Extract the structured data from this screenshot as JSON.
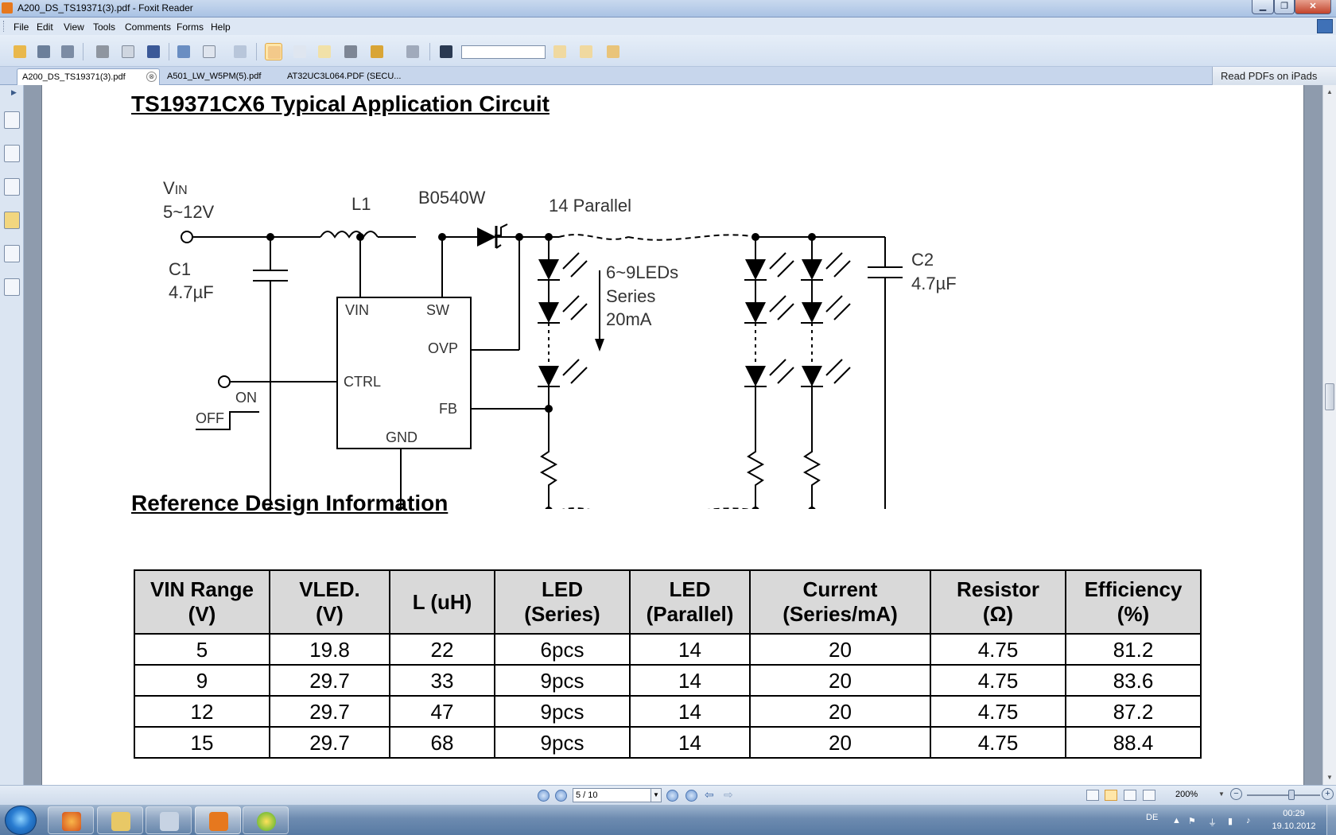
{
  "window": {
    "title": "A200_DS_TS19371(3).pdf - Foxit Reader"
  },
  "menu": [
    "File",
    "Edit",
    "View",
    "Tools",
    "Comments",
    "Forms",
    "Help"
  ],
  "tabs": [
    {
      "label": "A200_DS_TS19371(3).pdf",
      "active": true
    },
    {
      "label": "A501_LW_W5PM(5).pdf",
      "active": false
    },
    {
      "label": "AT32UC3L064.PDF (SECU...",
      "active": false
    }
  ],
  "tab_close_symbol": "⊗",
  "promo_tab": "Read PDFs on iPads",
  "document": {
    "heading_circuit": "TS19371CX6 Typical Application Circuit",
    "heading_ref": "Reference Design Information",
    "circuit": {
      "vin_v": "V",
      "vin_sub": "IN",
      "vin_range": "5~12V",
      "l1": "L1",
      "diode": "B0540W",
      "parallel": "14 Parallel",
      "c1": "C1",
      "c1_val": "4.7µF",
      "c2": "C2",
      "c2_val": "4.7µF",
      "pin_vin": "VIN",
      "pin_sw": "SW",
      "pin_ovp": "OVP",
      "pin_ctrl": "CTRL",
      "pin_fb": "FB",
      "pin_gnd": "GND",
      "on": "ON",
      "off": "OFF",
      "leds_line1": "6~9LEDs",
      "leds_line2": "Series",
      "leds_line3": "20mA"
    },
    "table": {
      "headers": [
        [
          "VIN Range",
          "(V)"
        ],
        [
          "VLED.",
          "(V)"
        ],
        [
          "L (uH)",
          ""
        ],
        [
          "LED",
          "(Series)"
        ],
        [
          "LED",
          "(Parallel)"
        ],
        [
          "Current",
          "(Series/mA)"
        ],
        [
          "Resistor",
          "(Ω)"
        ],
        [
          "Efficiency",
          "(%)"
        ]
      ],
      "rows": [
        [
          "5",
          "19.8",
          "22",
          "6pcs",
          "14",
          "20",
          "4.75",
          "81.2"
        ],
        [
          "9",
          "29.7",
          "33",
          "9pcs",
          "14",
          "20",
          "4.75",
          "83.6"
        ],
        [
          "12",
          "29.7",
          "47",
          "9pcs",
          "14",
          "20",
          "4.75",
          "87.2"
        ],
        [
          "15",
          "29.7",
          "68",
          "9pcs",
          "14",
          "20",
          "4.75",
          "88.4"
        ]
      ]
    }
  },
  "status": {
    "page_field": "5 / 10",
    "zoom": "200%"
  },
  "taskbar": {
    "lang": "DE",
    "time": "00:29",
    "date": "19.10.2012"
  },
  "colors": {
    "accent": "#3f71b7",
    "highlight": "#ffe6a8",
    "taskbar": "#6d8bb0"
  }
}
